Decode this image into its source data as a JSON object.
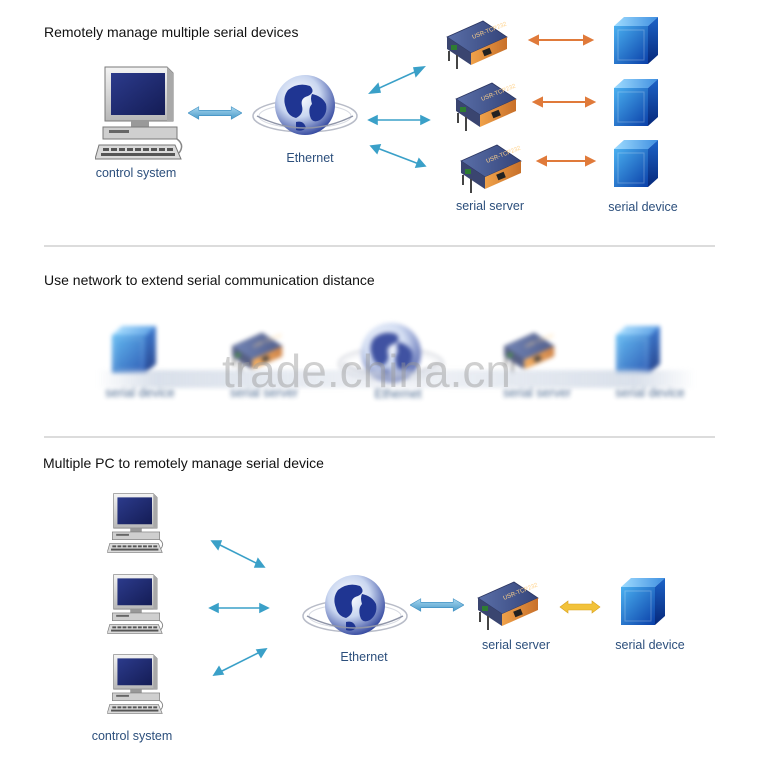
{
  "sections": [
    {
      "title": "Remotely manage multiple serial devices"
    },
    {
      "title": "Use network to extend serial communication distance"
    },
    {
      "title": "Multiple PC to remotely manage serial device"
    }
  ],
  "labels": {
    "control_system": "control system",
    "ethernet": "Ethernet",
    "serial_server": "serial server",
    "serial_device": "serial device"
  },
  "watermark": "trade.china.cn",
  "colors": {
    "link_blue": "#3aa0c8",
    "link_orange": "#e07a3a",
    "link_yellow": "#f2c23a",
    "label_text": "#2c4f7c"
  }
}
